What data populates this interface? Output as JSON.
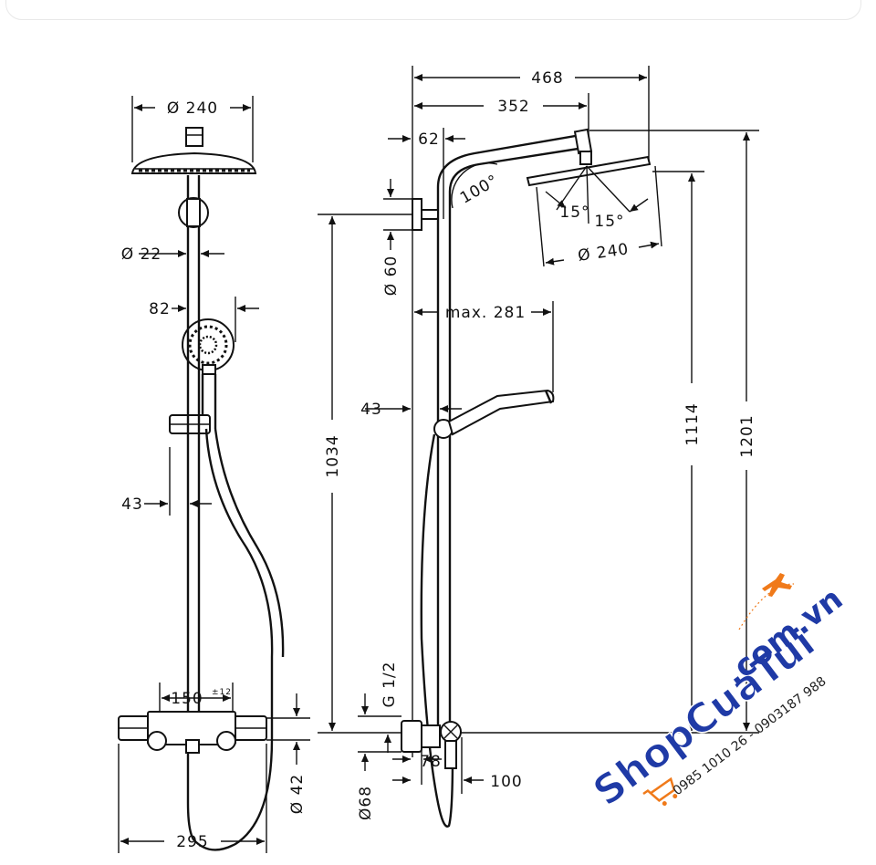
{
  "front_view": {
    "dims": {
      "head_diameter": "Ø 240",
      "pipe_diameter": "Ø 22",
      "handshower_offset": "82",
      "rail_offset": "43",
      "inlet_spacing": "150",
      "inlet_tolerance": "±12",
      "mixer_height": "Ø 42",
      "width": "295"
    }
  },
  "side_view": {
    "dims": {
      "total_reach": "468",
      "arm_reach": "352",
      "wall_offset": "62",
      "arm_angle": "100°",
      "spray_angle_left": "15°",
      "spray_angle_right": "15°",
      "head_diameter": "Ø 240",
      "bracket_diameter": "Ø 60",
      "handshower_reach": "max. 281",
      "rail_offset": "43",
      "rail_height": "1034",
      "head_height": "1114",
      "total_height": "1201",
      "thread": "G 1/2",
      "mixer_diameter": "Ø68",
      "outlet_offset": "78",
      "outlet_spacing": "100"
    }
  },
  "watermark": {
    "brand": "ShopCuaTui",
    "domain": ".com.vn",
    "phones": "0985 1010 26 - 0903187 988",
    "colors": {
      "brand": "#1f3aa6",
      "accent": "#f07a1a"
    }
  }
}
